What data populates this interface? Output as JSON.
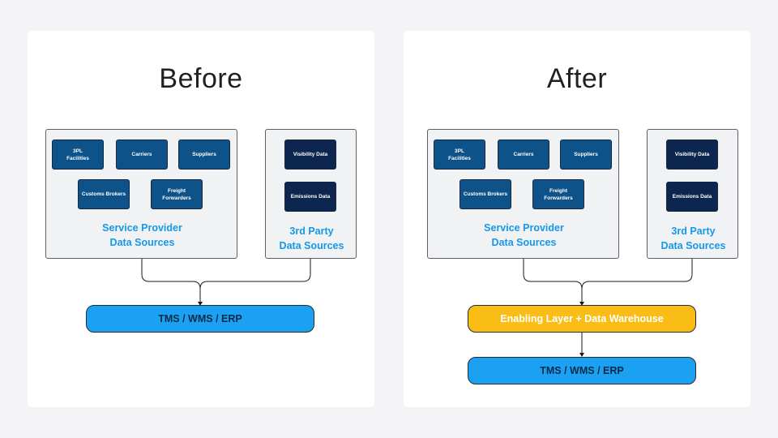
{
  "before": {
    "title": "Before",
    "service_providers": {
      "items": [
        "3PL\nFacilities",
        "Carriers",
        "Suppliers",
        "Customs Brokers",
        "Freight\nForwarders"
      ],
      "label": "Service Provider\nData Sources"
    },
    "third_party": {
      "items": [
        "Visibility Data",
        "Emissions Data"
      ],
      "label": "3rd Party\nData Sources"
    },
    "system": "TMS / WMS / ERP"
  },
  "after": {
    "title": "After",
    "service_providers": {
      "items": [
        "3PL\nFacilities",
        "Carriers",
        "Suppliers",
        "Customs Brokers",
        "Freight\nForwarders"
      ],
      "label": "Service Provider\nData Sources"
    },
    "third_party": {
      "items": [
        "Visibility Data",
        "Emissions Data"
      ],
      "label": "3rd Party\nData Sources"
    },
    "enabling_layer": "Enabling Layer + Data Warehouse",
    "system": "TMS / WMS / ERP"
  },
  "colors": {
    "panel_bg": "#ffffff",
    "page_bg": "#f4f4f6",
    "chip_blue": "#0d5289",
    "chip_navy": "#0c2650",
    "label_blue": "#1598e9",
    "system_blue": "#1aa1f2",
    "enabling_yellow": "#f9bd16"
  }
}
